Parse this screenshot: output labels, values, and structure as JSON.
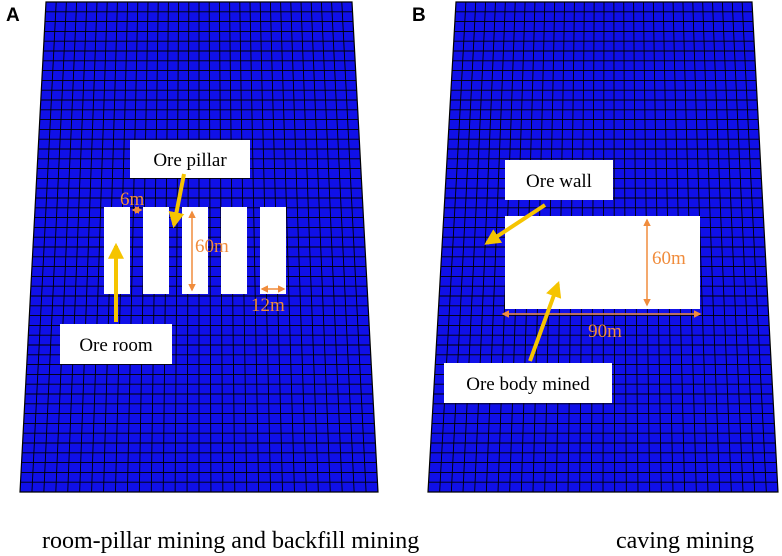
{
  "panels": [
    {
      "letter": "A",
      "caption": "room-pillar mining and backfill mining",
      "labels": {
        "ore_pillar": "Ore pillar",
        "ore_room": "Ore room",
        "dim_gap": "6m",
        "dim_height": "60m",
        "dim_width": "12m"
      }
    },
    {
      "letter": "B",
      "caption": "caving mining",
      "labels": {
        "ore_wall": "Ore wall",
        "ore_body_mined": "Ore body mined",
        "dim_height": "60m",
        "dim_width": "90m"
      }
    }
  ],
  "colors": {
    "mesh_fill": "#1010e8",
    "mesh_line": "#000000",
    "pointer_arrow": "#f5c400",
    "dimension": "#f08c3c"
  }
}
